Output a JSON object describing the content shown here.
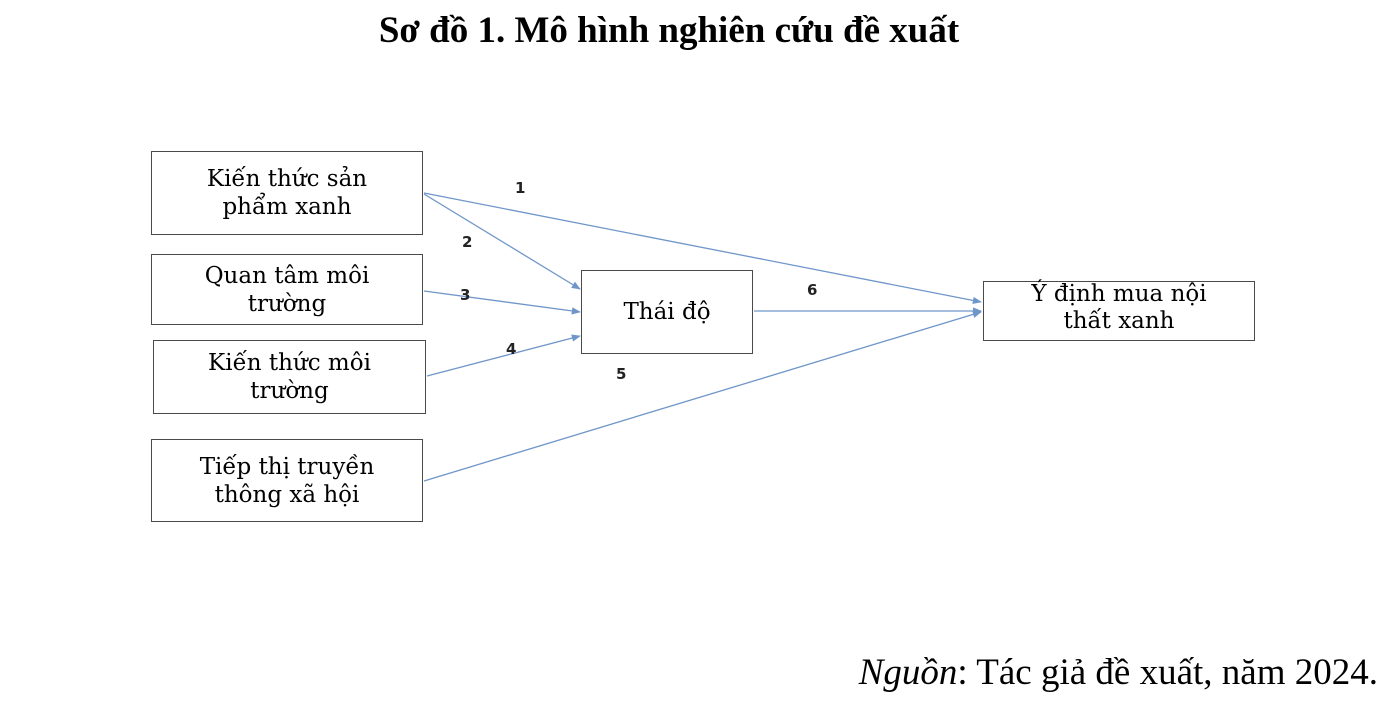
{
  "title": "Sơ đồ 1. Mô hình nghiên cứu đề xuất",
  "boxes": {
    "kien_thuc_san_pham": {
      "line1": "Kiến thức sản",
      "line2": "phẩm xanh"
    },
    "quan_tam_moi_truong": {
      "line1": "Quan tâm môi",
      "line2": "trường"
    },
    "kien_thuc_moi_truong": {
      "line1": "Kiến thức môi",
      "line2": "trường"
    },
    "tiep_thi": {
      "line1": "Tiếp thị truyền",
      "line2": "thông xã hội"
    },
    "thai_do": {
      "label": "Thái độ"
    },
    "y_dinh": {
      "line1": "Ý định mua nội",
      "line2": "thất xanh"
    }
  },
  "paths": [
    {
      "label": "1"
    },
    {
      "label": "2"
    },
    {
      "label": "3"
    },
    {
      "label": "4"
    },
    {
      "label": "5"
    },
    {
      "label": "6"
    }
  ],
  "colors": {
    "arrow": "#6f96c9",
    "box_border": "#4a4a4a"
  },
  "source": {
    "prefix": "Nguồn",
    "text": ": Tác giả đề xuất, năm 2024."
  }
}
